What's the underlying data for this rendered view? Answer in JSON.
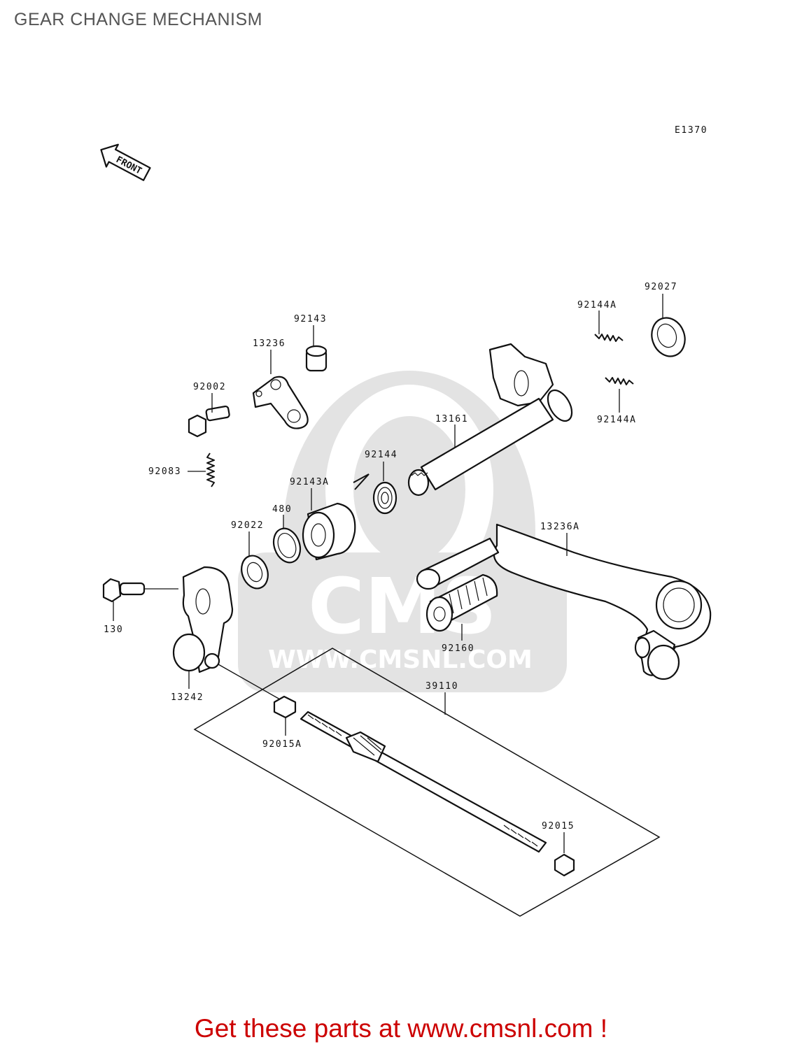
{
  "page": {
    "title": "GEAR CHANGE MECHANISM"
  },
  "diagram": {
    "ref_code": "E1370",
    "front_arrow": "FRONT",
    "watermark": {
      "brand": "CMS",
      "url": "WWW.CMSNL.COM"
    },
    "parts": {
      "p92027": "92027",
      "p92144A_top": "92144A",
      "p92144A_bottom": "92144A",
      "p92143": "92143",
      "p13236": "13236",
      "p92002": "92002",
      "p13161": "13161",
      "p92083": "92083",
      "p92144": "92144",
      "p92143A": "92143A",
      "p480": "480",
      "p92022": "92022",
      "p13236A": "13236A",
      "p130": "130",
      "p92160": "92160",
      "p13242": "13242",
      "p39110": "39110",
      "p92015A": "92015A",
      "p92015": "92015"
    }
  },
  "footer": {
    "text": "Get these parts at www.cmsnl.com !"
  },
  "colors": {
    "title": "#555555",
    "footer": "#cc0000",
    "watermark": "#e3e3e3",
    "lines": "#111111"
  }
}
